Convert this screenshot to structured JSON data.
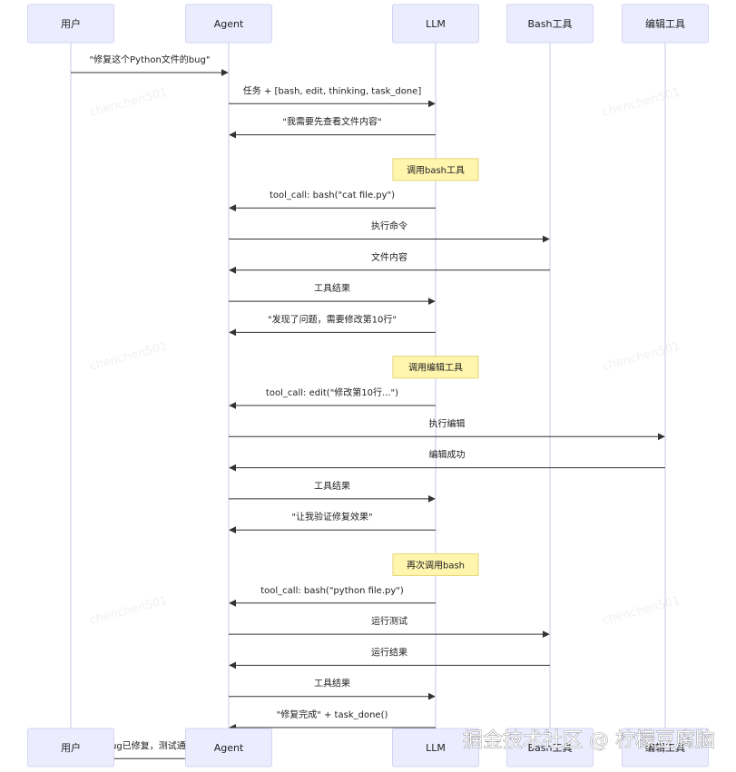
{
  "participants": [
    {
      "id": "user",
      "label": "用户"
    },
    {
      "id": "agent",
      "label": "Agent"
    },
    {
      "id": "llm",
      "label": "LLM"
    },
    {
      "id": "bash",
      "label": "Bash工具"
    },
    {
      "id": "edit",
      "label": "编辑工具"
    }
  ],
  "steps": [
    {
      "kind": "message",
      "from": "user",
      "to": "agent",
      "label": "\"修复这个Python文件的bug\""
    },
    {
      "kind": "message",
      "from": "agent",
      "to": "llm",
      "label": "任务 + [bash, edit, thinking, task_done]"
    },
    {
      "kind": "message",
      "from": "llm",
      "to": "agent",
      "label": "\"我需要先查看文件内容\""
    },
    {
      "kind": "note",
      "over": "llm",
      "label": "调用bash工具"
    },
    {
      "kind": "message",
      "from": "llm",
      "to": "agent",
      "label": "tool_call: bash(\"cat file.py\")"
    },
    {
      "kind": "message",
      "from": "agent",
      "to": "bash",
      "label": "执行命令"
    },
    {
      "kind": "message",
      "from": "bash",
      "to": "agent",
      "label": "文件内容"
    },
    {
      "kind": "message",
      "from": "agent",
      "to": "llm",
      "label": "工具结果"
    },
    {
      "kind": "message",
      "from": "llm",
      "to": "agent",
      "label": "\"发现了问题，需要修改第10行\""
    },
    {
      "kind": "note",
      "over": "llm",
      "label": "调用编辑工具"
    },
    {
      "kind": "message",
      "from": "llm",
      "to": "agent",
      "label": "tool_call: edit(\"修改第10行...\")"
    },
    {
      "kind": "message",
      "from": "agent",
      "to": "edit",
      "label": "执行编辑"
    },
    {
      "kind": "message",
      "from": "edit",
      "to": "agent",
      "label": "编辑成功"
    },
    {
      "kind": "message",
      "from": "agent",
      "to": "llm",
      "label": "工具结果"
    },
    {
      "kind": "message",
      "from": "llm",
      "to": "agent",
      "label": "\"让我验证修复效果\""
    },
    {
      "kind": "note",
      "over": "llm",
      "label": "再次调用bash"
    },
    {
      "kind": "message",
      "from": "llm",
      "to": "agent",
      "label": "tool_call: bash(\"python file.py\")"
    },
    {
      "kind": "message",
      "from": "agent",
      "to": "bash",
      "label": "运行测试"
    },
    {
      "kind": "message",
      "from": "bash",
      "to": "agent",
      "label": "运行结果"
    },
    {
      "kind": "message",
      "from": "agent",
      "to": "llm",
      "label": "工具结果"
    },
    {
      "kind": "message",
      "from": "llm",
      "to": "agent",
      "label": "\"修复完成\" + task_done()"
    },
    {
      "kind": "message",
      "from": "agent",
      "to": "user",
      "label": "\"Bug已修复，测试通过\""
    }
  ],
  "watermark": "chenchen501",
  "brand": "掘金技术社区 @ 柠檬豆腐脑",
  "colors": {
    "actor_fill": "#ececff",
    "actor_border": "#d4d4f4",
    "note_fill": "#fff5ad",
    "note_border": "#e6d67a",
    "line": "#333333"
  }
}
